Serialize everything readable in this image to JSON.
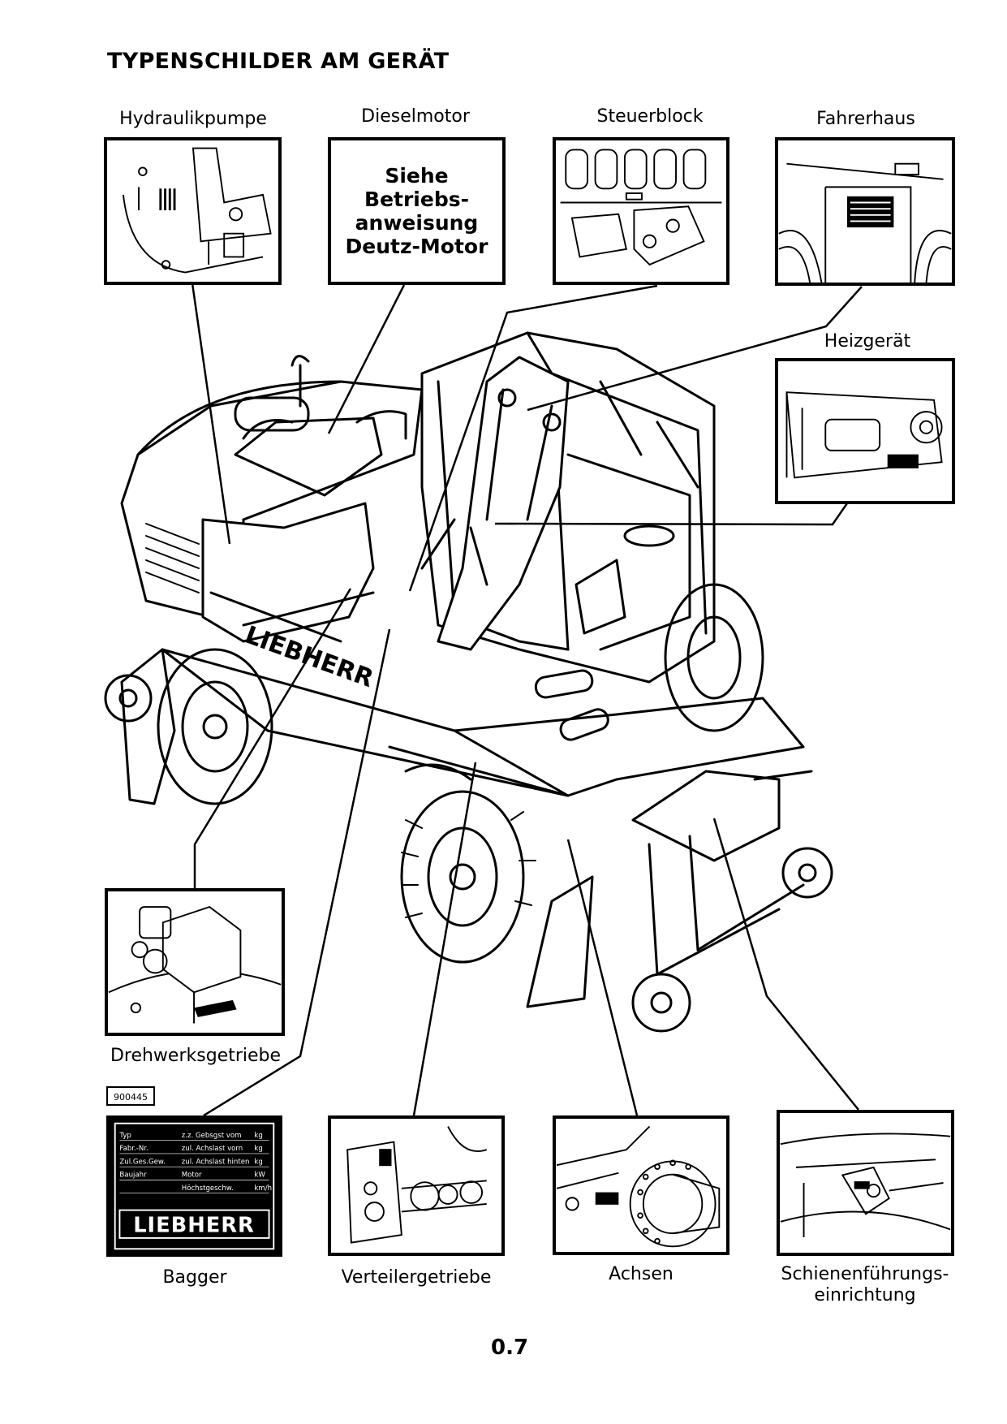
{
  "title": "TYPENSCHILDER AM GERÄT",
  "labels": {
    "hydraulikpumpe": "Hydraulikpumpe",
    "dieselmotor": "Dieselmotor",
    "steuerblock": "Steuerblock",
    "fahrerhaus": "Fahrerhaus",
    "heizgeraet": "Heizgerät",
    "drehwerksgetriebe": "Drehwerksgetriebe",
    "bagger": "Bagger",
    "verteilergetriebe": "Verteilergetriebe",
    "achsen": "Achsen",
    "schienen_1": "Schienenführungs-",
    "schienen_2": "einrichtung"
  },
  "dieselmotor_notice": [
    "Siehe",
    "Betriebs-",
    "anweisung",
    "Deutz-Motor"
  ],
  "reference_number": "900445",
  "nameplate": {
    "rows": [
      [
        "Typ",
        "z.z. Gebsgst vom",
        "kg"
      ],
      [
        "Fabr.-Nr.",
        "zul. Achslast vorn",
        "kg"
      ],
      [
        "Zul.Ges.Gew.",
        "zul. Achslast hinten",
        "kg"
      ],
      [
        "Baujahr",
        "Motor",
        "kW"
      ],
      [
        "",
        "Höchstgeschw.",
        "km/h"
      ]
    ],
    "logo": "LIEBHERR"
  },
  "machine_lettering": "LIEBHERR",
  "page_number": "0.7"
}
